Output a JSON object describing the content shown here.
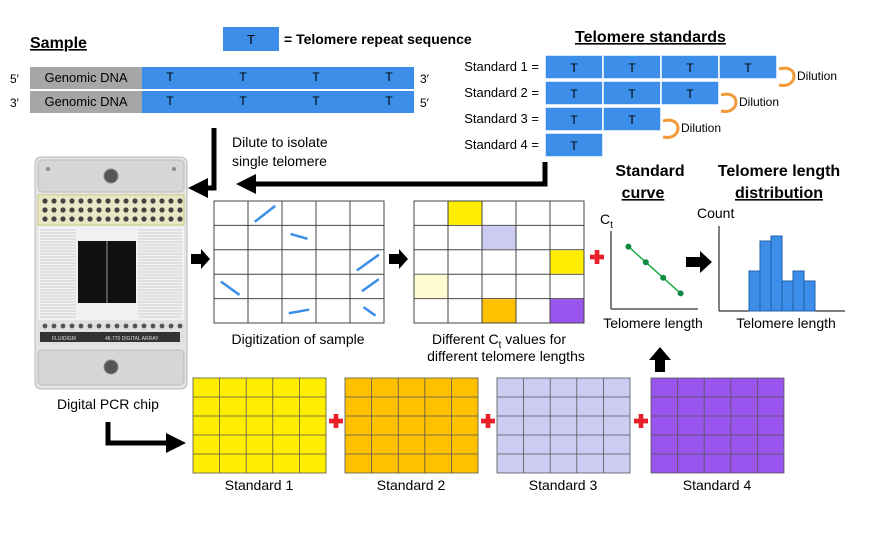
{
  "colors": {
    "blue": "#3d8ee8",
    "gray": "#a6a6a6",
    "orange": "#f29a38",
    "yellow": "#ffee00",
    "standard1": "#ffee00",
    "standard2": "#ffc000",
    "standard3": "#ccccf2",
    "standard4": "#9955ee",
    "cross": "#e8202a",
    "green": "#22aa44",
    "greenPoint": "#118844"
  },
  "sample": {
    "title": "Sample",
    "strand1": {
      "label": "Genomic DNA",
      "end_left": "5′",
      "end_right": "3′"
    },
    "strand2": {
      "label": "Genomic DNA",
      "end_left": "3′",
      "end_right": "5′"
    },
    "repeat_letter": "T"
  },
  "legend": {
    "box": "T",
    "text": "= Telomere repeat sequence"
  },
  "standards": {
    "title": "Telomere standards",
    "rows": [
      {
        "label": "Standard 1 =",
        "repeats": 4,
        "note": "Dilution"
      },
      {
        "label": "Standard 2 =",
        "repeats": 3,
        "note": "Dilution"
      },
      {
        "label": "Standard 3 =",
        "repeats": 2,
        "note": "Dilution"
      },
      {
        "label": "Standard 4 =",
        "repeats": 1,
        "note": ""
      }
    ]
  },
  "steps": {
    "dilute_line1": "Dilute to isolate",
    "dilute_line2": "single telomere",
    "chip_label": "Digital PCR chip",
    "chip_brand": "FLUIDIGM",
    "chip_model": "48.770 DIGITAL ARRAY",
    "digitization": "Digitization of sample",
    "ct_line1_pre": "Different C",
    "ct_sub": "t",
    "ct_line1_post": " values for",
    "ct_line2": "different telomere lengths"
  },
  "curve": {
    "title_line1": "Standard",
    "title_line2": "curve",
    "ylabel": "C",
    "ylabel_sub": "t",
    "xlabel": "Telomere  length",
    "points": [
      [
        1,
        4
      ],
      [
        2,
        3
      ],
      [
        3,
        2
      ],
      [
        4,
        1
      ]
    ]
  },
  "distribution": {
    "title_line1": "Telomere length",
    "title_line2": "distribution",
    "ylabel": "Count",
    "xlabel": "Telomere  length",
    "bars": [
      4,
      7,
      7.5,
      3,
      4,
      3
    ]
  },
  "bottom": {
    "labels": [
      "Standard  1",
      "Standard  2",
      "Standard  3",
      "Standard  4"
    ]
  },
  "grids": {
    "digitization_cells": [
      {
        "r": 0,
        "c": 1
      },
      {
        "r": 1,
        "c": 2
      },
      {
        "r": 2,
        "c": 4
      },
      {
        "r": 3,
        "c": 0
      },
      {
        "r": 3,
        "c": 4
      },
      {
        "r": 4,
        "c": 2
      },
      {
        "r": 4,
        "c": 4
      }
    ],
    "ct_cells": [
      {
        "r": 0,
        "c": 1,
        "color": "#ffee00"
      },
      {
        "r": 1,
        "c": 2,
        "color": "#ccccf2"
      },
      {
        "r": 2,
        "c": 4,
        "color": "#ffee00"
      },
      {
        "r": 3,
        "c": 0,
        "color": "#fffbd0"
      },
      {
        "r": 4,
        "c": 2,
        "color": "#ffc000"
      },
      {
        "r": 4,
        "c": 4,
        "color": "#9955ee"
      }
    ]
  }
}
